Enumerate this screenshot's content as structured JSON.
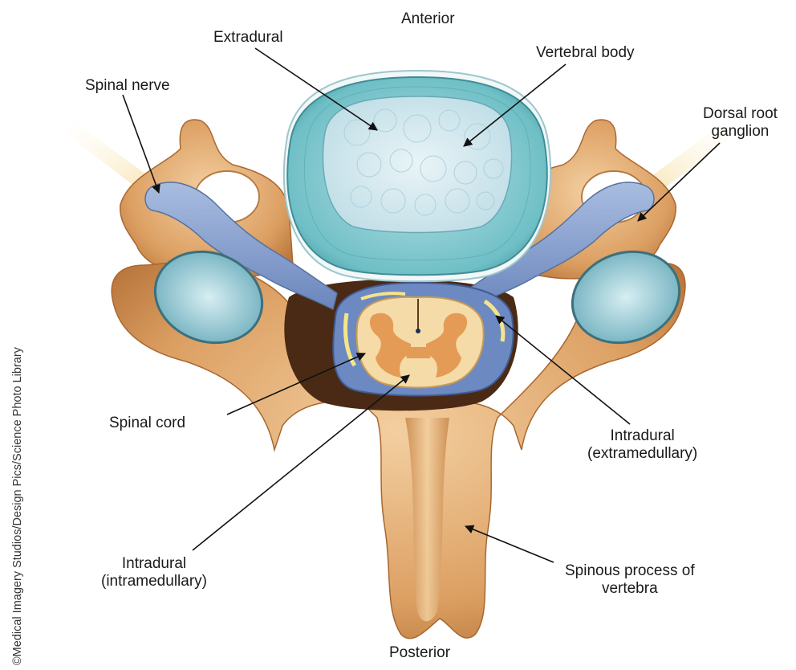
{
  "labels": {
    "anterior": "Anterior",
    "extradural": "Extradural",
    "vertebral_body": "Vertebral body",
    "spinal_nerve": "Spinal nerve",
    "dorsal_root_ganglion": "Dorsal root\nganglion",
    "spinal_cord": "Spinal cord",
    "intradural_extramedullary": "Intradural\n(extramedullary)",
    "intradural_intramedullary": "Intradural\n(intramedullary)",
    "spinous_process": "Spinous process of\nvertebra",
    "posterior": "Posterior"
  },
  "credit": "©Medical Imagery Studios/Design Pics/Science Photo Library",
  "colors": {
    "bone": "#d99a5e",
    "bone_light": "#efc89a",
    "disc": "#7ec7cc",
    "disc_inner": "#cfe7ec",
    "nerve": "#7f97c8",
    "cord": "#f3d9a6",
    "gray_matter": "#e79a55",
    "dura": "#5f7db8",
    "arrow": "#111111"
  }
}
